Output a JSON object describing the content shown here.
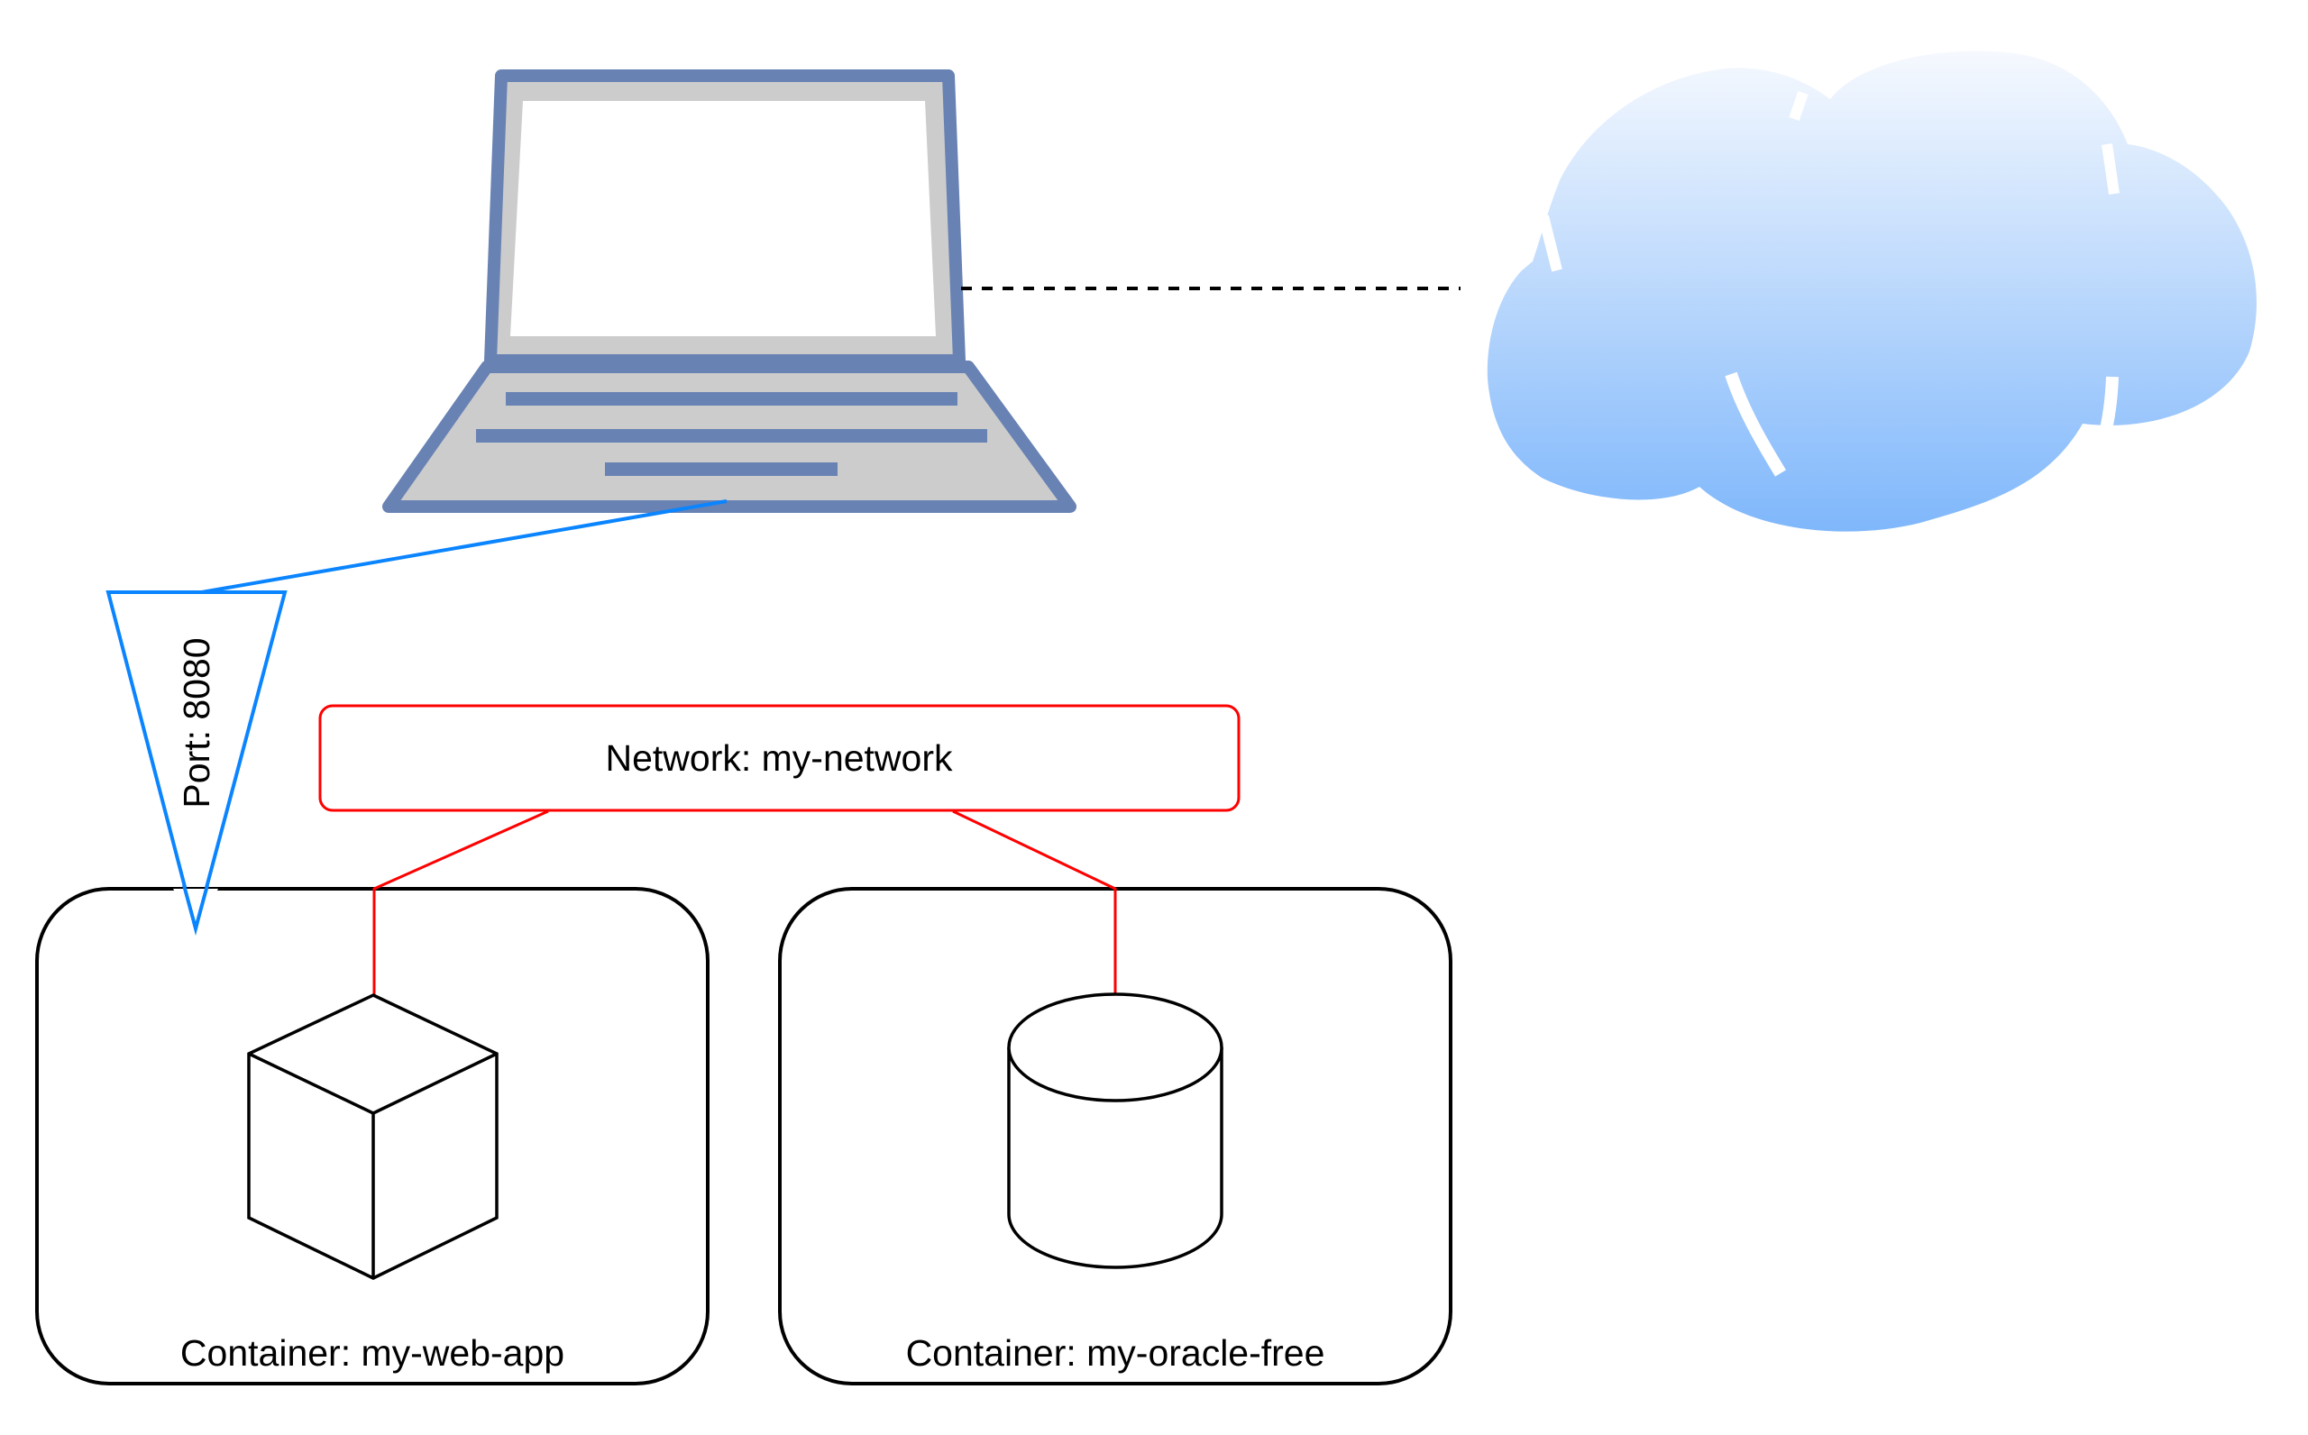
{
  "diagram": {
    "type": "docker-network-architecture",
    "nodes": {
      "laptop": {
        "icon": "laptop-icon",
        "label": ""
      },
      "cloud": {
        "icon": "cloud-icon",
        "label": ""
      },
      "port": {
        "label": "Port: 8080"
      },
      "network": {
        "label": "Network: my-network"
      },
      "web_container": {
        "label": "Container: my-web-app",
        "icon": "cube-icon"
      },
      "db_container": {
        "label": "Container: my-oracle-free",
        "icon": "database-cylinder-icon"
      }
    },
    "edges": [
      {
        "from": "laptop",
        "to": "cloud",
        "style": "dashed"
      },
      {
        "from": "laptop",
        "to": "port",
        "style": "solid"
      },
      {
        "from": "network",
        "to": "web_container",
        "style": "solid"
      },
      {
        "from": "network",
        "to": "db_container",
        "style": "solid"
      }
    ]
  },
  "colors": {
    "laptop_frame": "#6882b3",
    "laptop_fill": "#cccccc",
    "cloud_top": "#f6f9fe",
    "cloud_bottom": "#7fb7fb",
    "port_stroke": "#0a84ff",
    "network_stroke": "#ff0000",
    "container_stroke": "#000000",
    "dashed_line": "#000000"
  }
}
